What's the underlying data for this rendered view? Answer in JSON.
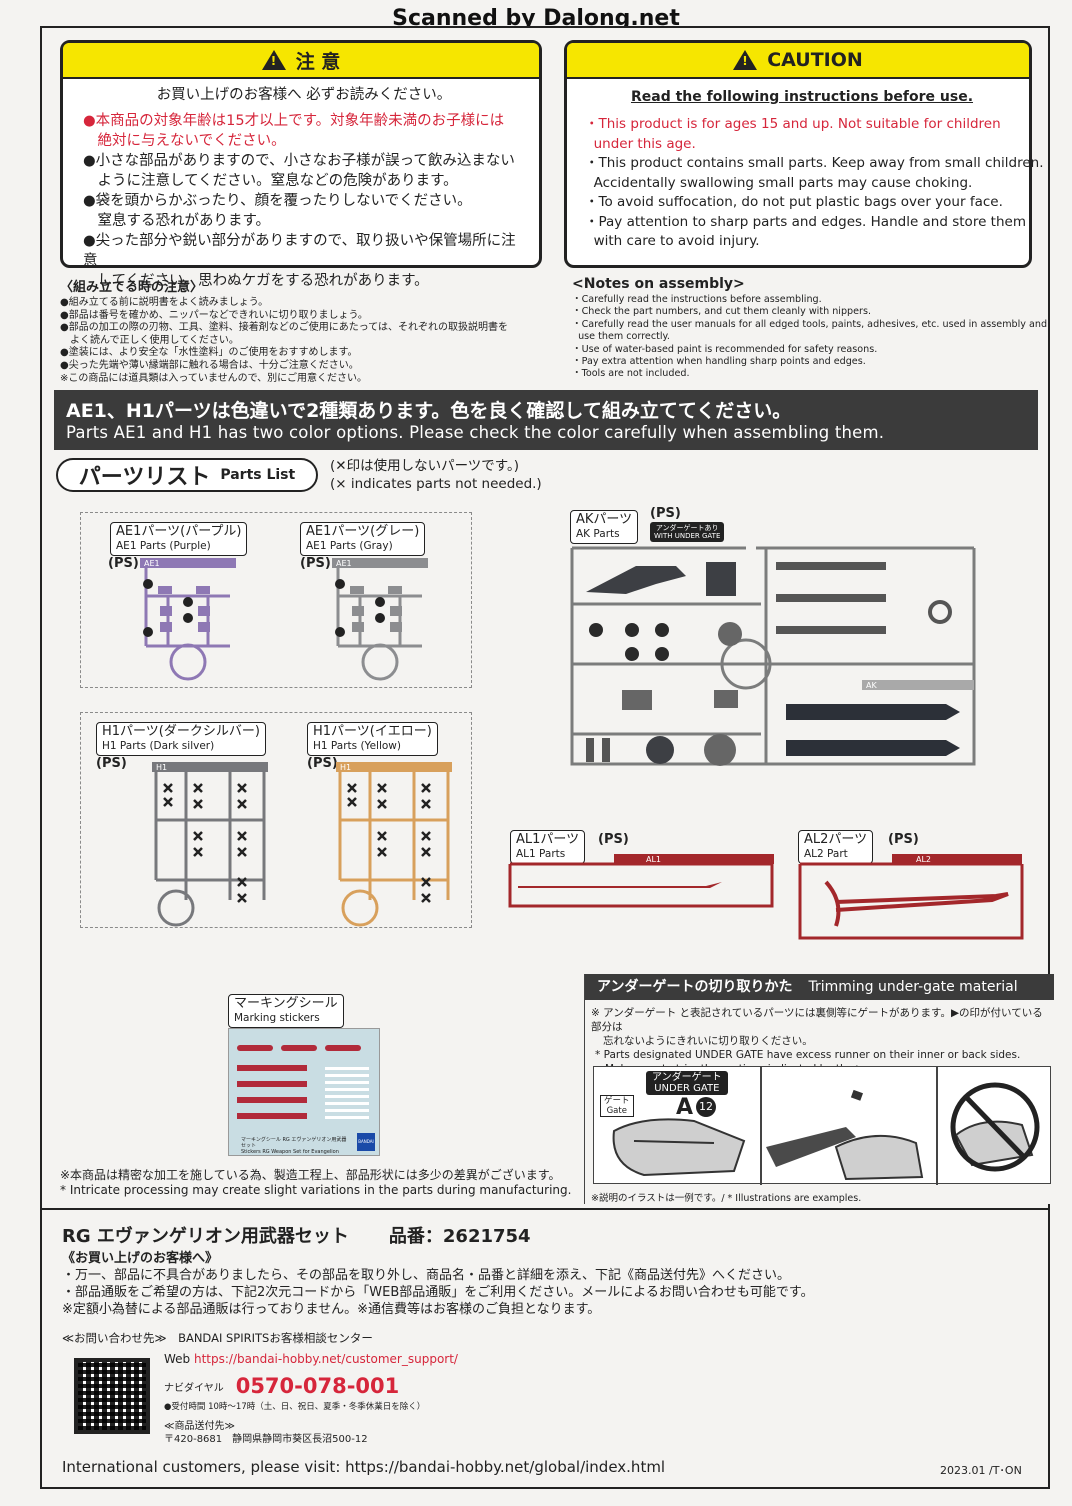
{
  "watermark": "Scanned by Dalong.net",
  "jp_caution": {
    "title": "注 意",
    "lead": "お買い上げのお客様へ 必ずお読みください。",
    "items": [
      {
        "text": "●本商品の対象年齢は15才以上です。対象年齢未満のお子様には",
        "red": true
      },
      {
        "text": "　絶対に与えないでください。",
        "red": true
      },
      {
        "text": "●小さな部品がありますので、小さなお子様が誤って飲み込まない",
        "red": false
      },
      {
        "text": "　ように注意してください。窒息などの危険があります。",
        "red": false
      },
      {
        "text": "●袋を頭からかぶったり、顔を覆ったりしないでください。",
        "red": false
      },
      {
        "text": "　窒息する恐れがあります。",
        "red": false
      },
      {
        "text": "●尖った部分や鋭い部分がありますので、取り扱いや保管場所に注意",
        "red": false
      },
      {
        "text": "　してください。思わぬケガをする恐れがあります。",
        "red": false
      }
    ]
  },
  "en_caution": {
    "title": "CAUTION",
    "lead": "Read the following instructions before use.",
    "items": [
      {
        "text": "・This product is for ages 15 and up. Not suitable for children",
        "red": true
      },
      {
        "text": "  under this age.",
        "red": true
      },
      {
        "text": "・This product contains small parts. Keep away from small children.",
        "red": false
      },
      {
        "text": "  Accidentally swallowing small parts may cause choking.",
        "red": false
      },
      {
        "text": "・To avoid suffocation, do not put plastic bags over your face.",
        "red": false
      },
      {
        "text": "・Pay attention to sharp parts and edges. Handle and store them",
        "red": false
      },
      {
        "text": "  with care to avoid injury.",
        "red": false
      }
    ]
  },
  "jp_notes": {
    "title": "〈組み立てる時の注意〉",
    "items": [
      "●組み立てる前に説明書をよく読みましょう。",
      "●部品は番号を確かめ、ニッパーなどできれいに切り取りましょう。",
      "●部品の加工の際の刃物、工具、塗料、接着剤などのご使用にあたっては、それぞれの取扱説明書を",
      "　よく読んで正しく使用してください。",
      "●塗装には、より安全な「水性塗料」のご使用をおすすめします。",
      "●尖った先端や薄い縁端部に触れる場合は、十分ご注意ください。",
      "※この商品には道具類は入っていませんので、別にご用意ください。"
    ]
  },
  "en_notes": {
    "title": "<Notes on assembly>",
    "items": [
      "・Carefully read the instructions before assembling.",
      "・Check the part numbers, and cut them cleanly with nippers.",
      "・Carefully read the user manuals for all edged tools, paints, adhesives, etc. used in assembly and",
      "  use them correctly.",
      "・Use of water-based paint is recommended for safety reasons.",
      "・Pay extra attention when handling sharp points and edges.",
      "・Tools are not included."
    ]
  },
  "banner": {
    "jp": "AE1、H1パーツは色違いで2種類あります。色を良く確認して組み立ててください。",
    "en": "Parts AE1 and H1 has two color options. Please check the color carefully when assembling them."
  },
  "parts_list": {
    "title_jp": "パーツリスト",
    "title_en": "Parts List",
    "note_jp": "(✕印は使用しないパーツです。)",
    "note_en": "(× indicates parts not needed.)"
  },
  "ps": "(PS)",
  "runners": {
    "ae1_purple": {
      "jp": "AE1パーツ(パープル)",
      "en": "AE1 Parts (Purple)",
      "tag": "AE1",
      "color": "#8e78b4"
    },
    "ae1_gray": {
      "jp": "AE1パーツ(グレー)",
      "en": "AE1 Parts (Gray)",
      "tag": "AE1",
      "color": "#8c8d90"
    },
    "h1_dark": {
      "jp": "H1パーツ(ダークシルバー)",
      "en": "H1 Parts (Dark silver)",
      "tag": "H1",
      "color": "#77787c"
    },
    "h1_yellow": {
      "jp": "H1パーツ(イエロー)",
      "en": "H1 Parts (Yellow)",
      "tag": "H1",
      "color": "#d8a05c"
    },
    "ak": {
      "jp": "AKパーツ",
      "en": "AK Parts",
      "tag": "AK",
      "under_jp": "アンダーゲートあり",
      "under_en": "WITH UNDER GATE",
      "color": "#7b7c7c"
    },
    "al1": {
      "jp": "AL1パーツ",
      "en": "AL1 Parts",
      "tag": "AL1",
      "color": "#a3272b"
    },
    "al2": {
      "jp": "AL2パーツ",
      "en": "AL2 Part",
      "tag": "AL2",
      "color": "#a3272b"
    }
  },
  "marking": {
    "jp": "マーキングシール",
    "en": "Marking stickers",
    "caption_jp": "マーキングシール RG エヴァンゲリオン用武器セット",
    "caption_en": "Stickers  RG Weapon Set for Evangelion",
    "brand": "BANDAI"
  },
  "undergate": {
    "title_jp": "アンダーゲートの切り取りかた",
    "title_en": "Trimming under-gate material",
    "jp1": "※ アンダーゲート と表記されているパーツには裏側等にゲートがあります。▶の印が付いている部分は",
    "jp2": "忘れないようにきれいに切り取りください。",
    "en1": "* Parts designated UNDER GATE have excess runner on their inner or back sides.",
    "en2": "Make sure to trim the portions indicated by the ▶ arrow.",
    "label_jp": "アンダーゲート",
    "label_en": "UNDER GATE",
    "gate_jp": "ゲート",
    "gate_en": "Gate",
    "part": "A",
    "part_no": "12",
    "footnote": "※説明のイラストは一例です。/ * Illustrations are examples."
  },
  "variation": {
    "jp": "※本商品は精密な加工を施している為、製造工程上、部品形状には多少の差異がございます。",
    "en": "* Intricate processing may create slight variations in the parts during manufacturing."
  },
  "product": {
    "name": "RG エヴァンゲリオン用武器セット",
    "code": "品番：2621754",
    "customer": "《お買い上げのお客様へ》",
    "lines": [
      "・万一、部品に不具合がありましたら、その部品を取り外し、商品名・品番と詳細を添え、下記《商品送付先》へください。",
      "・部品通販をご希望の方は、下記2次元コードから「WEB部品通販」をご利用ください。メールによるお問い合わせも可能です。",
      "※定額小為替による部品通販は行っておりません。※通信費等はお客様のご負担となります。"
    ],
    "contact": "≪お問い合わせ先≫　BANDAI SPIRITSお客様相談センター",
    "web_label": "Web",
    "web_url": "https://bandai-hobby.net/customer_support/",
    "navi_label": "ナビダイヤル",
    "phone": "0570-078-001",
    "hours": "●受付時間 10時～17時（土、日、祝日、夏季・冬季休業日を除く）",
    "ship_label": "≪商品送付先≫",
    "address": "〒420-8681　静岡県静岡市葵区長沼500-12",
    "intl": "International customers, please visit: https://bandai-hobby.net/global/index.html",
    "date": "2023.01 /T･ON"
  },
  "colors": {
    "yellow": "#f6e600",
    "red": "#d6263b",
    "banner": "#3b3b3b"
  }
}
